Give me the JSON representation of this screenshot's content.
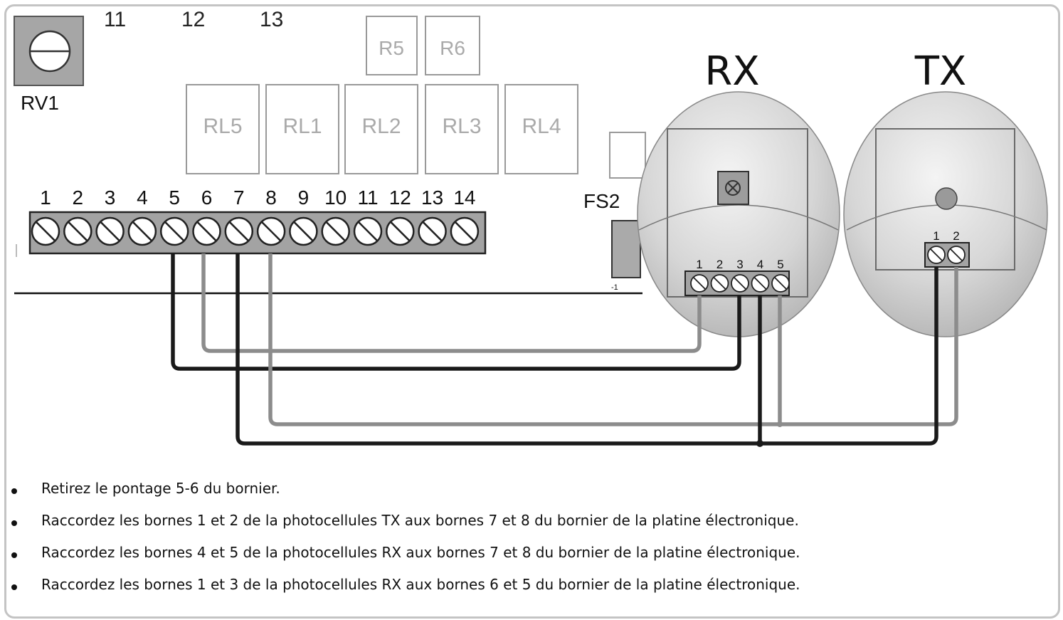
{
  "board": {
    "top_partial_labels": [
      "11",
      "12",
      "13"
    ],
    "rv_label": "RV1",
    "relay_small": [
      "R5",
      "R6"
    ],
    "relay_large": [
      "RL5",
      "RL1",
      "RL2",
      "RL3",
      "RL4"
    ],
    "fuse_label": "FS2",
    "fuse_sub_label": "-1",
    "terminal_numbers": [
      "1",
      "2",
      "3",
      "4",
      "5",
      "6",
      "7",
      "8",
      "9",
      "10",
      "11",
      "12",
      "13",
      "14"
    ]
  },
  "rx": {
    "title": "RX",
    "terminal_numbers": [
      "1",
      "2",
      "3",
      "4",
      "5"
    ]
  },
  "tx": {
    "title": "TX",
    "terminal_numbers": [
      "1",
      "2"
    ]
  },
  "colors": {
    "black_wire": "#1a1a1a",
    "gray_wire": "#8c8c8c",
    "frame": "#c4c4c4"
  },
  "instructions": [
    "Retirez le pontage 5-6 du bornier.",
    "Raccordez les bornes 1 et 2 de la photocellules TX aux bornes 7 et 8 du bornier de la platine électronique.",
    "Raccordez les bornes 4 et 5 de la photocellules RX aux bornes 7 et 8 du bornier de la platine électronique.",
    "Raccordez les bornes 1 et 3 de la photocellules RX aux bornes 6 et 5 du bornier de la platine électronique."
  ]
}
